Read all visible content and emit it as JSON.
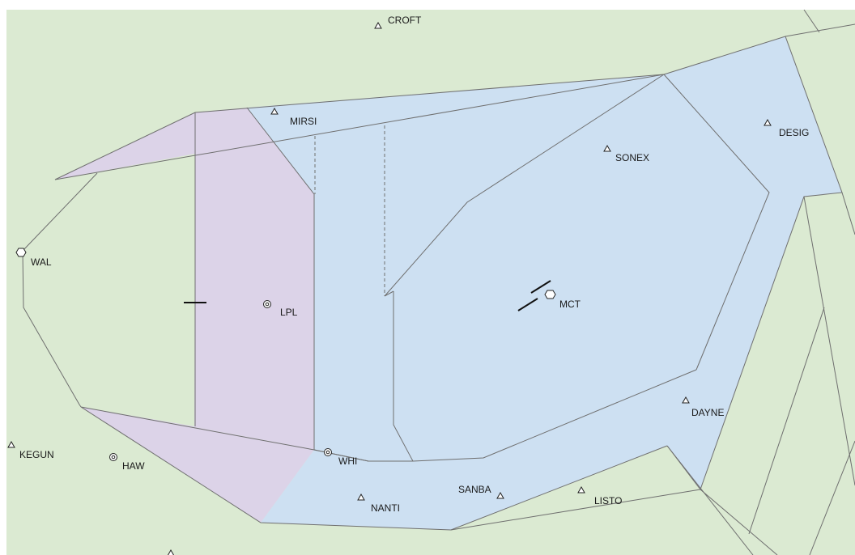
{
  "map": {
    "colors": {
      "land": "#dbead2",
      "airspace_blue": "#cde0f2",
      "airspace_purple": "#dcd3e8",
      "boundary": "#6f6f6f"
    },
    "navaids": [
      {
        "id": "WAL",
        "symbol": "vor-hexagon-icon"
      },
      {
        "id": "MCT",
        "symbol": "vor-hexagon-icon"
      }
    ],
    "airports": [
      {
        "id": "LPL",
        "symbol": "aerodrome-icon"
      },
      {
        "id": "WHI",
        "symbol": "aerodrome-icon"
      },
      {
        "id": "HAW",
        "symbol": "aerodrome-icon"
      }
    ],
    "waypoints": [
      {
        "id": "CROFT"
      },
      {
        "id": "MIRSI"
      },
      {
        "id": "SONEX"
      },
      {
        "id": "DESIG"
      },
      {
        "id": "DAYNE"
      },
      {
        "id": "KEGUN"
      },
      {
        "id": "NANTI"
      },
      {
        "id": "SANBA"
      },
      {
        "id": "LISTO"
      }
    ]
  }
}
